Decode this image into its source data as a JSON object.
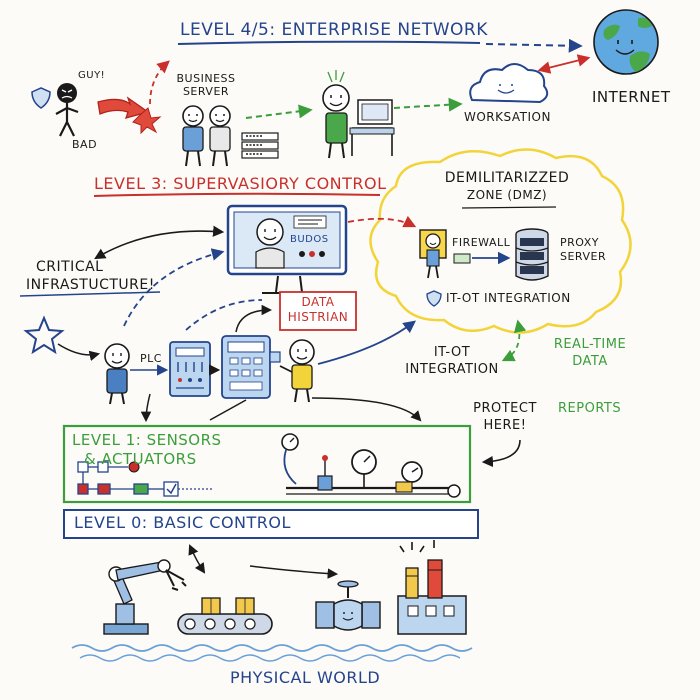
{
  "levels": {
    "level45": "LEVEL 4/5: ENTERPRISE NETWORK",
    "level3": "LEVEL 3: SUPERVASIORY CONTROL",
    "level1_line1": "LEVEL 1: SENSORS",
    "level1_line2": "& ACTUATORS",
    "level0": "LEVEL 0: BASIC CONTROL",
    "physical": "PHYSICAL WORLD"
  },
  "enterprise": {
    "guy": "GUY!",
    "bad": "BAD",
    "business_server_line1": "BUSINESS",
    "business_server_line2": "SERVER",
    "workstation": "WORKSATION",
    "internet": "INTERNET"
  },
  "dmz": {
    "title_line1": "DEMILITARIZZED",
    "title_line2": "ZONE (DMZ)",
    "firewall": "FIREWALL",
    "proxy_line1": "PROXY",
    "proxy_line2": "SERVER",
    "itot": "IT-OT INTEGRATION"
  },
  "supervisory": {
    "monitor_text": "BUDOS",
    "critical_line1": "CRITICAL",
    "critical_line2": "INFRASTUCTURE!",
    "historian_line1": "DATA",
    "historian_line2": "HISTRIAN",
    "plc": "PLC",
    "itot_line1": "IT-OT",
    "itot_line2": "INTEGRATION",
    "realtime_line1": "REAL-TIME",
    "realtime_line2": "DATA",
    "protect_line1": "PROTECT",
    "protect_line2": "HERE!",
    "reports": "REPORTS"
  },
  "colors": {
    "blue": "#24448c",
    "red": "#c9302c",
    "green": "#3b9e3b",
    "yellow": "#f2d43a",
    "ink": "#1a1a1a"
  },
  "icons": [
    "shield-icon",
    "globe-icon",
    "cloud-icon",
    "star-icon",
    "robot-arm-icon",
    "conveyor-icon",
    "valve-icon",
    "factory-icon"
  ]
}
